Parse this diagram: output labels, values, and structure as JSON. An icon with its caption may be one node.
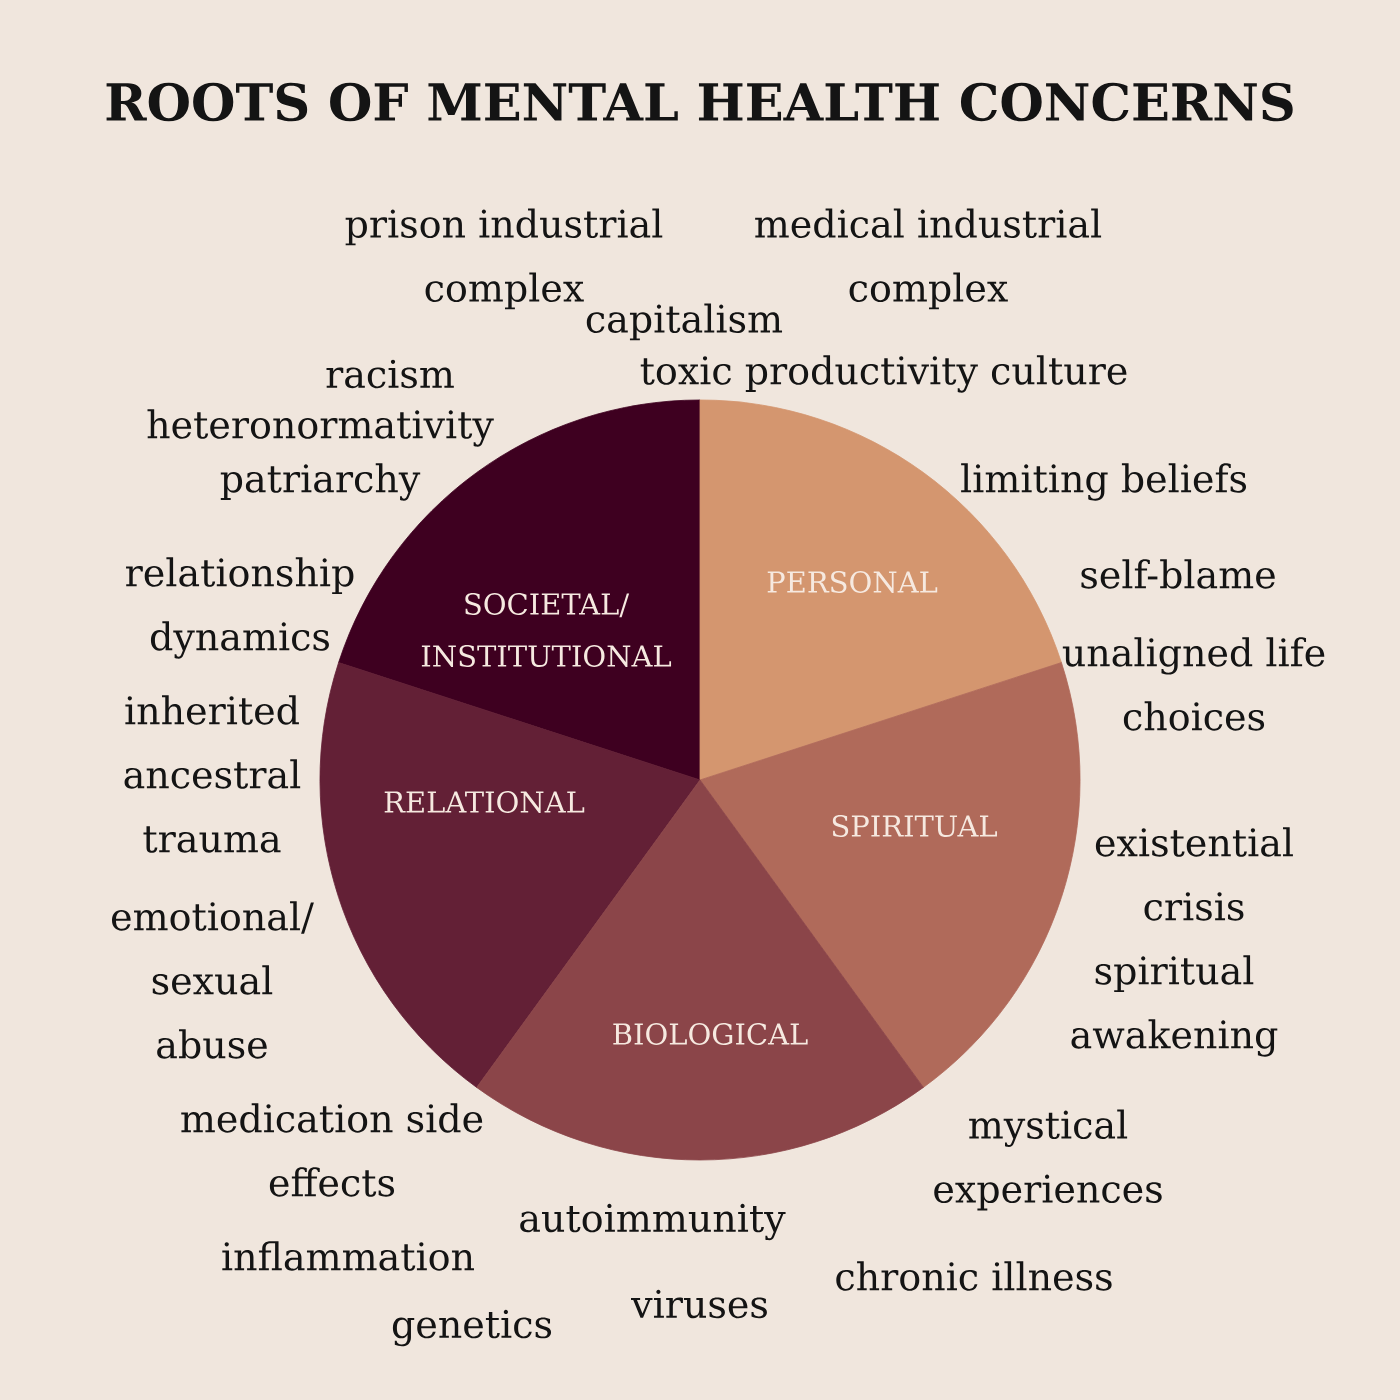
{
  "diagram": {
    "title": "ROOTS OF MENTAL HEALTH CONCERNS",
    "nodes": [
      {
        "text": [
          "SOCIETAL/ INSTITUTIONAL"
        ]
      },
      {
        "text": [
          "PERSONAL"
        ]
      },
      {
        "text": [
          "RELATIONAL"
        ]
      },
      {
        "text": [
          "SPIRITUAL"
        ]
      },
      {
        "text": [
          "BIOLOGICAL"
        ]
      }
    ],
    "labels": [
      "prison industrial complex",
      "medical industrial complex",
      "capitalism",
      "racism",
      "toxic productivity culture",
      "heteronormativity",
      "patriarchy",
      "limiting beliefs",
      "relationship dynamics",
      "self-blame",
      "unaligned life choices",
      "inherited ancestral trauma",
      "existential crisis",
      "emotional/ sexual abuse",
      "spiritual awakening",
      "medication side effects",
      "mystical experiences",
      "autoimmunity",
      "inflammation",
      "chronic illness",
      "viruses",
      "genetics"
    ]
  }
}
